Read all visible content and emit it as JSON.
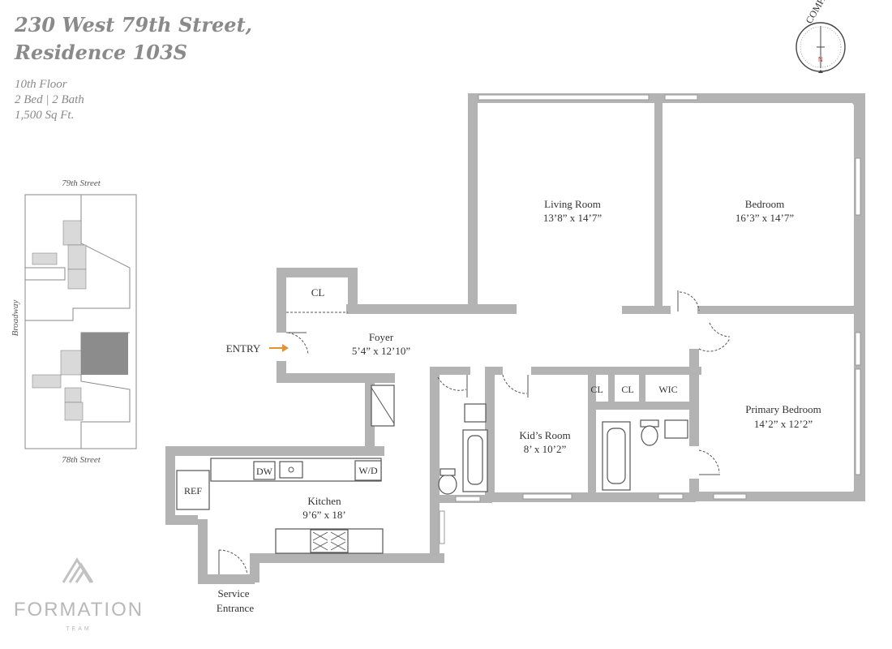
{
  "header": {
    "title_line1": "230 West 79th Street,",
    "title_line2": "Residence 103S",
    "floor": "10th Floor",
    "beds_baths": "2 Bed | 2 Bath",
    "area": "1,500 Sq Ft."
  },
  "compass": {
    "label": "COMPASS",
    "north": "N"
  },
  "keyplan": {
    "street_top": "79th Street",
    "street_bottom": "78th Street",
    "street_left": "Broadway"
  },
  "rooms": {
    "living": {
      "name": "Living Room",
      "dims": "13’8” x 14’7”"
    },
    "bedroom": {
      "name": "Bedroom",
      "dims": "16’3” x 14’7”"
    },
    "foyer": {
      "name": "Foyer",
      "dims": "5’4” x 12’10”"
    },
    "kids": {
      "name": "Kid’s Room",
      "dims": "8’ x 10’2”"
    },
    "primary": {
      "name": "Primary Bedroom",
      "dims": "14’2” x 12’2”"
    },
    "kitchen": {
      "name": "Kitchen",
      "dims": "9’6” x 18’"
    }
  },
  "labels": {
    "closet": "CL",
    "closet2": "CL",
    "closet3": "CL",
    "wic": "WIC",
    "entry": "ENTRY",
    "service_line1": "Service",
    "service_line2": "Entrance",
    "ref": "REF",
    "dw": "DW",
    "wd": "W/D"
  },
  "colors": {
    "wall": "#b3b3b3",
    "entry_arrow": "#e8912d",
    "keyplan_unit": "#8c8c8c"
  },
  "brand": {
    "name": "FORMATION",
    "sub": "TEAM"
  }
}
